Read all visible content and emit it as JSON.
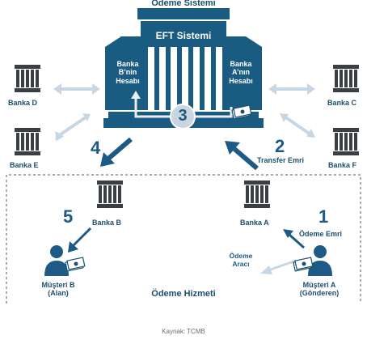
{
  "title": "Ödeme Sistemi",
  "eft_label": "EFT Sistemi",
  "account_b": [
    "Banka",
    "B’nin",
    "Hesabı"
  ],
  "account_a": [
    "Banka",
    "A’nın",
    "Hesabı"
  ],
  "banks": {
    "d": "Banka D",
    "e": "Banka E",
    "c": "Banka C",
    "f": "Banka F",
    "b": "Banka B",
    "a": "Banka A"
  },
  "steps": {
    "one": "1",
    "two": "2",
    "three": "3",
    "four": "4",
    "five": "5"
  },
  "labels": {
    "transfer_order": "Transfer Emri",
    "payment_order": "Ödeme Emri",
    "payment_tool": [
      "Ödeme",
      "Aracı"
    ]
  },
  "customers": {
    "b": [
      "Müşteri B",
      "(Alan)"
    ],
    "a": [
      "Müşteri A",
      "(Gönderen)"
    ]
  },
  "service_label": "Ödeme Hizmeti",
  "source": "Kaynak: TCMB",
  "colors": {
    "navy": "#1d4f6c",
    "building": "#1a5b82",
    "arrow": "#1d5a86",
    "light_arrow": "#c7d6e4",
    "bank_icon": "#3a3f44",
    "border": "#555555"
  }
}
